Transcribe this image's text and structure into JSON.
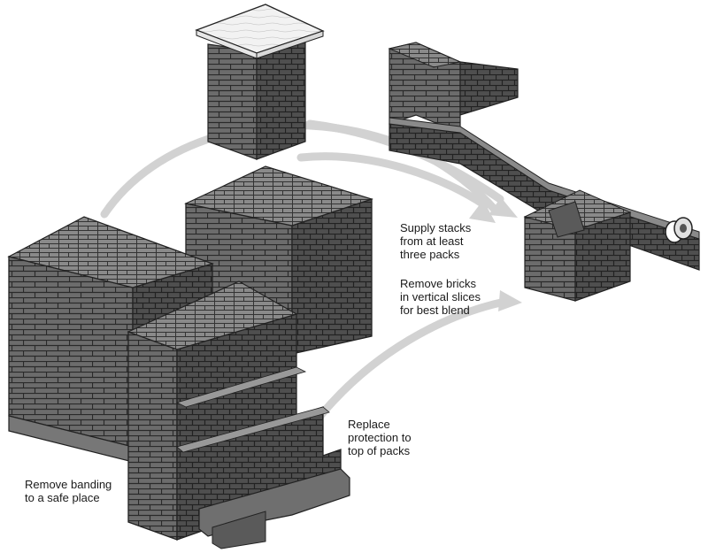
{
  "annotations": {
    "supply": "Supply stacks\nfrom at least\nthree packs",
    "slices": "Remove bricks\nin vertical slices\nfor best blend",
    "protection": "Replace\nprotection to\ntop of packs",
    "banding": "Remove banding\nto a safe place"
  },
  "colors": {
    "brick": "#6c6c6c",
    "brick_top": "#8a8a8a",
    "brick_side": "#4a4a4a",
    "mortar": "#2a2a2a",
    "arrow": "#d2d2d2",
    "cover": "#f2f2f2",
    "pallet": "#777777"
  }
}
